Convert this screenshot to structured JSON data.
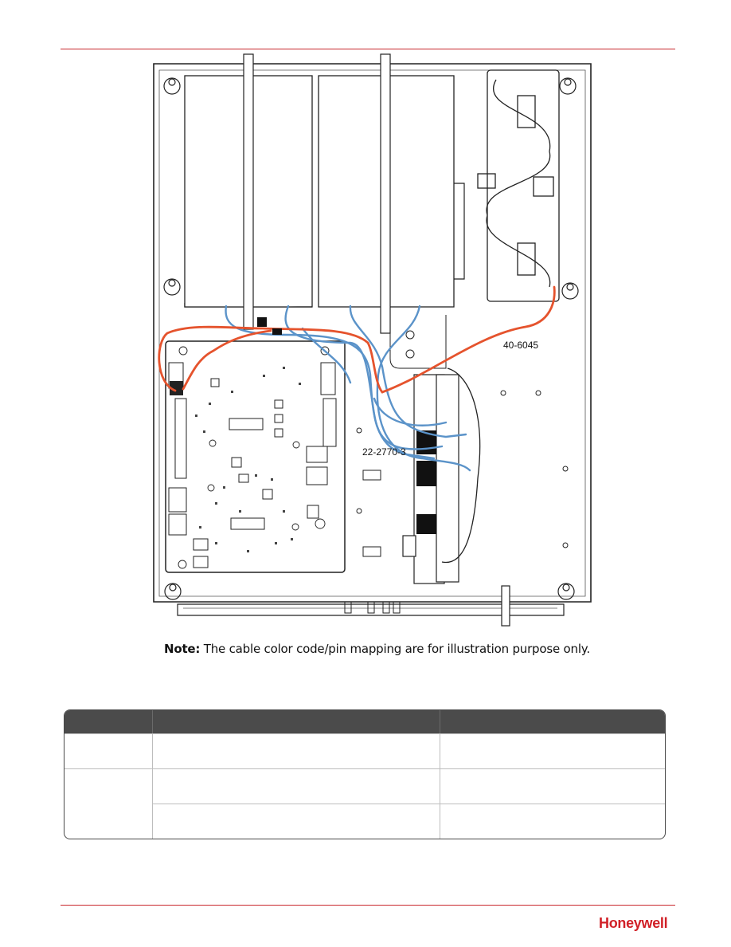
{
  "figure": {
    "labels": {
      "battery_cable": "40-6045",
      "board_cable": "22-2770-3"
    },
    "note_label": "Note:",
    "note_text": " The cable color code/pin mapping are for illustration purpose only.",
    "colors": {
      "red_wire": "#e5532d",
      "blue_wire": "#5b93c9",
      "accent_rule": "#c8272d"
    }
  },
  "table": {
    "headers": [
      "",
      "",
      ""
    ],
    "rows": [
      [
        "",
        "",
        ""
      ],
      [
        "",
        "",
        ""
      ],
      [
        "",
        ""
      ]
    ]
  },
  "footer": {
    "brand": "Honeywell"
  }
}
